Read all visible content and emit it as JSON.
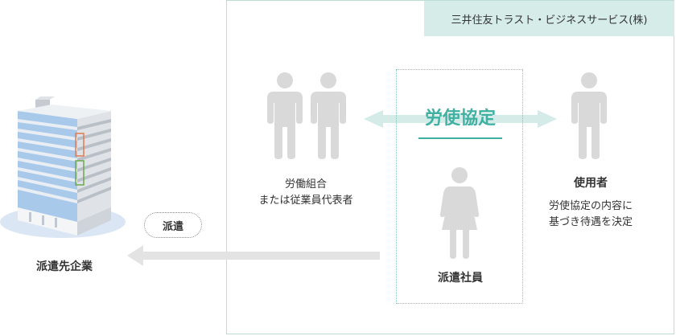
{
  "company_name": "三井住友トラスト・ビジネスサービス(株)",
  "agreement_label": "労使協定",
  "union": {
    "line1": "労働組合",
    "line2": "または従業員代表者"
  },
  "employer": {
    "title": "使用者",
    "line1": "労使協定の内容に",
    "line2": "基づき待遇を決定"
  },
  "employee": {
    "title": "派遣社員"
  },
  "client": {
    "title": "派遣先企業"
  },
  "dispatch_label": "派遣",
  "colors": {
    "accent": "#3fb0a2",
    "frame": "#bcdcd6",
    "tag_bg": "#d6ece8",
    "person": "#d9d9d9",
    "arrow_gray": "#e3e3e3",
    "arrow_teal": "#d4ebe7"
  },
  "icons": [
    "male-person-icon",
    "female-person-icon",
    "office-building-icon"
  ]
}
